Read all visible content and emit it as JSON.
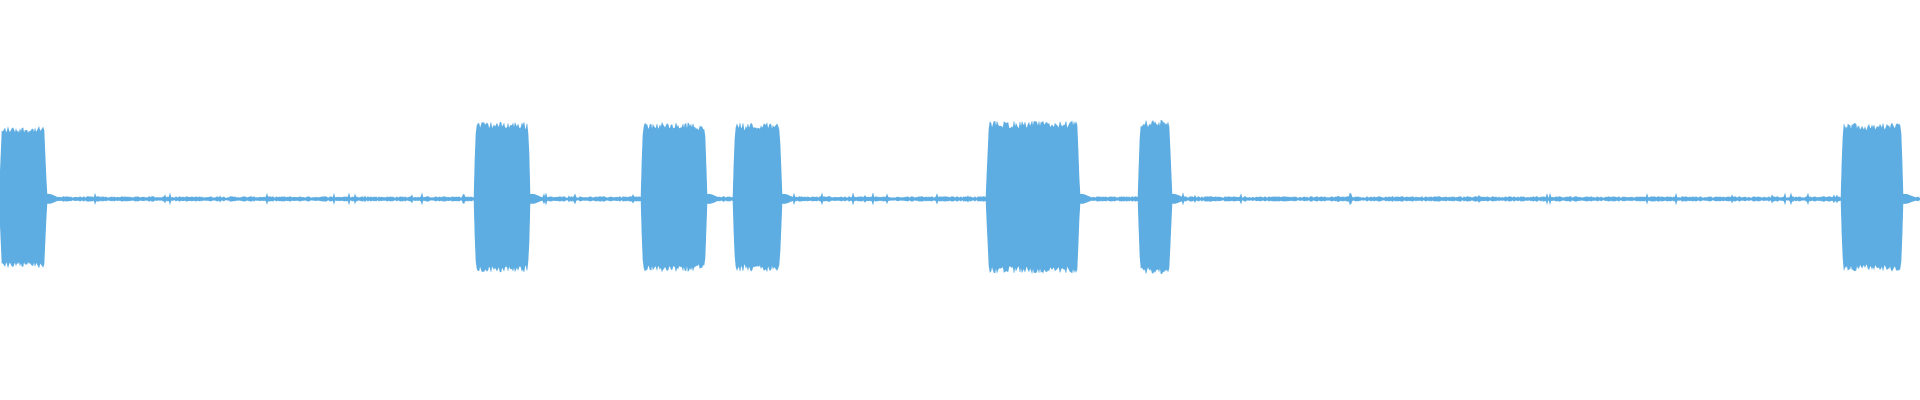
{
  "waveform": {
    "color": "#5dade2",
    "background": "#ffffff",
    "silence_level": 0.03,
    "bursts": [
      {
        "start": 0.0,
        "end": 0.024,
        "amplitude": 0.88
      },
      {
        "start": 0.247,
        "end": 0.276,
        "amplitude": 0.94
      },
      {
        "start": 0.334,
        "end": 0.368,
        "amplitude": 0.93
      },
      {
        "start": 0.382,
        "end": 0.407,
        "amplitude": 0.93
      },
      {
        "start": 0.514,
        "end": 0.562,
        "amplitude": 0.95
      },
      {
        "start": 0.593,
        "end": 0.61,
        "amplitude": 0.96
      },
      {
        "start": 0.959,
        "end": 0.991,
        "amplitude": 0.93
      }
    ]
  }
}
